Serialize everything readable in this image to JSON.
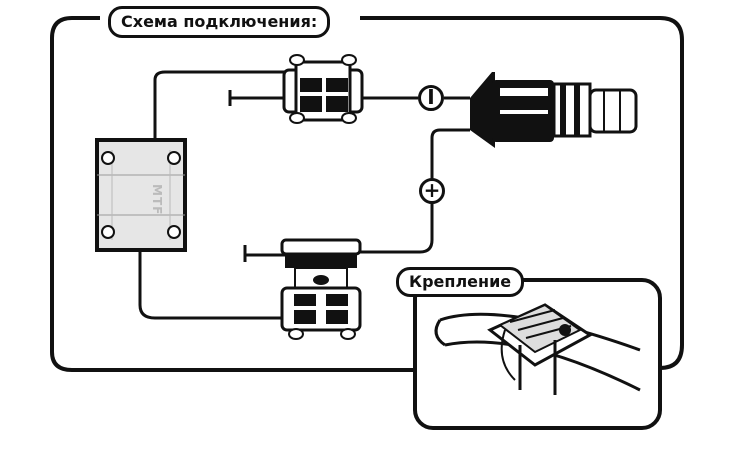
{
  "diagram": {
    "title": "Схема подключения:",
    "mount_title": "Крепление",
    "minus_symbol": "I",
    "plus_symbol": "+",
    "brand_text": "MTF",
    "colors": {
      "line": "#111111",
      "background": "#ffffff",
      "module_fill": "#e6e6e6"
    }
  }
}
